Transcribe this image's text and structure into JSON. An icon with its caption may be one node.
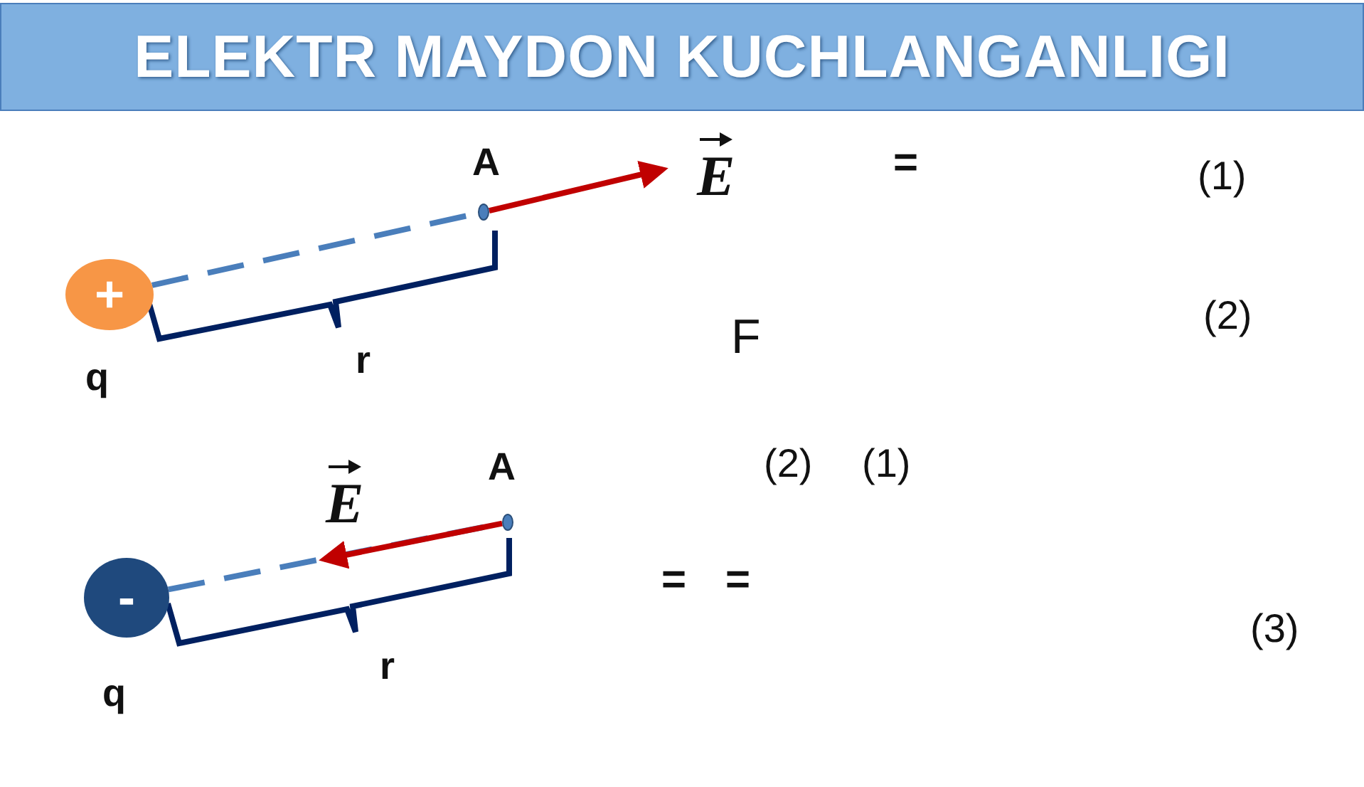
{
  "diagram": {
    "title": "ELEKTR MAYDON KUCHLANGANLIGI",
    "nodes": [
      {
        "text": [
          "+"
        ],
        "beside": [
          "q"
        ]
      },
      {
        "text": [],
        "shape": "circle",
        "beside": [
          "A"
        ]
      },
      {
        "text": [
          "-"
        ],
        "beside": [
          "q"
        ]
      },
      {
        "text": [],
        "shape": "circle",
        "beside": [
          "A"
        ]
      }
    ],
    "edges": [
      {
        "from": 0,
        "to": 1,
        "arrow": "none",
        "style": "dashed",
        "color": "#4a7ebb"
      },
      {
        "from": 1,
        "to": null,
        "arrow": "to",
        "color": "#c00000"
      },
      {
        "from": 2,
        "to": 3,
        "arrow": "none",
        "style": "dashed",
        "color": "#4a7ebb"
      },
      {
        "from": 3,
        "to": null,
        "arrow": "to",
        "color": "#c00000"
      }
    ],
    "labels": [
      "E",
      "=",
      "(1)",
      "(2)",
      "r",
      "F",
      "(2)",
      "(1)",
      "E",
      "=",
      "=",
      "(3)",
      "r"
    ]
  }
}
